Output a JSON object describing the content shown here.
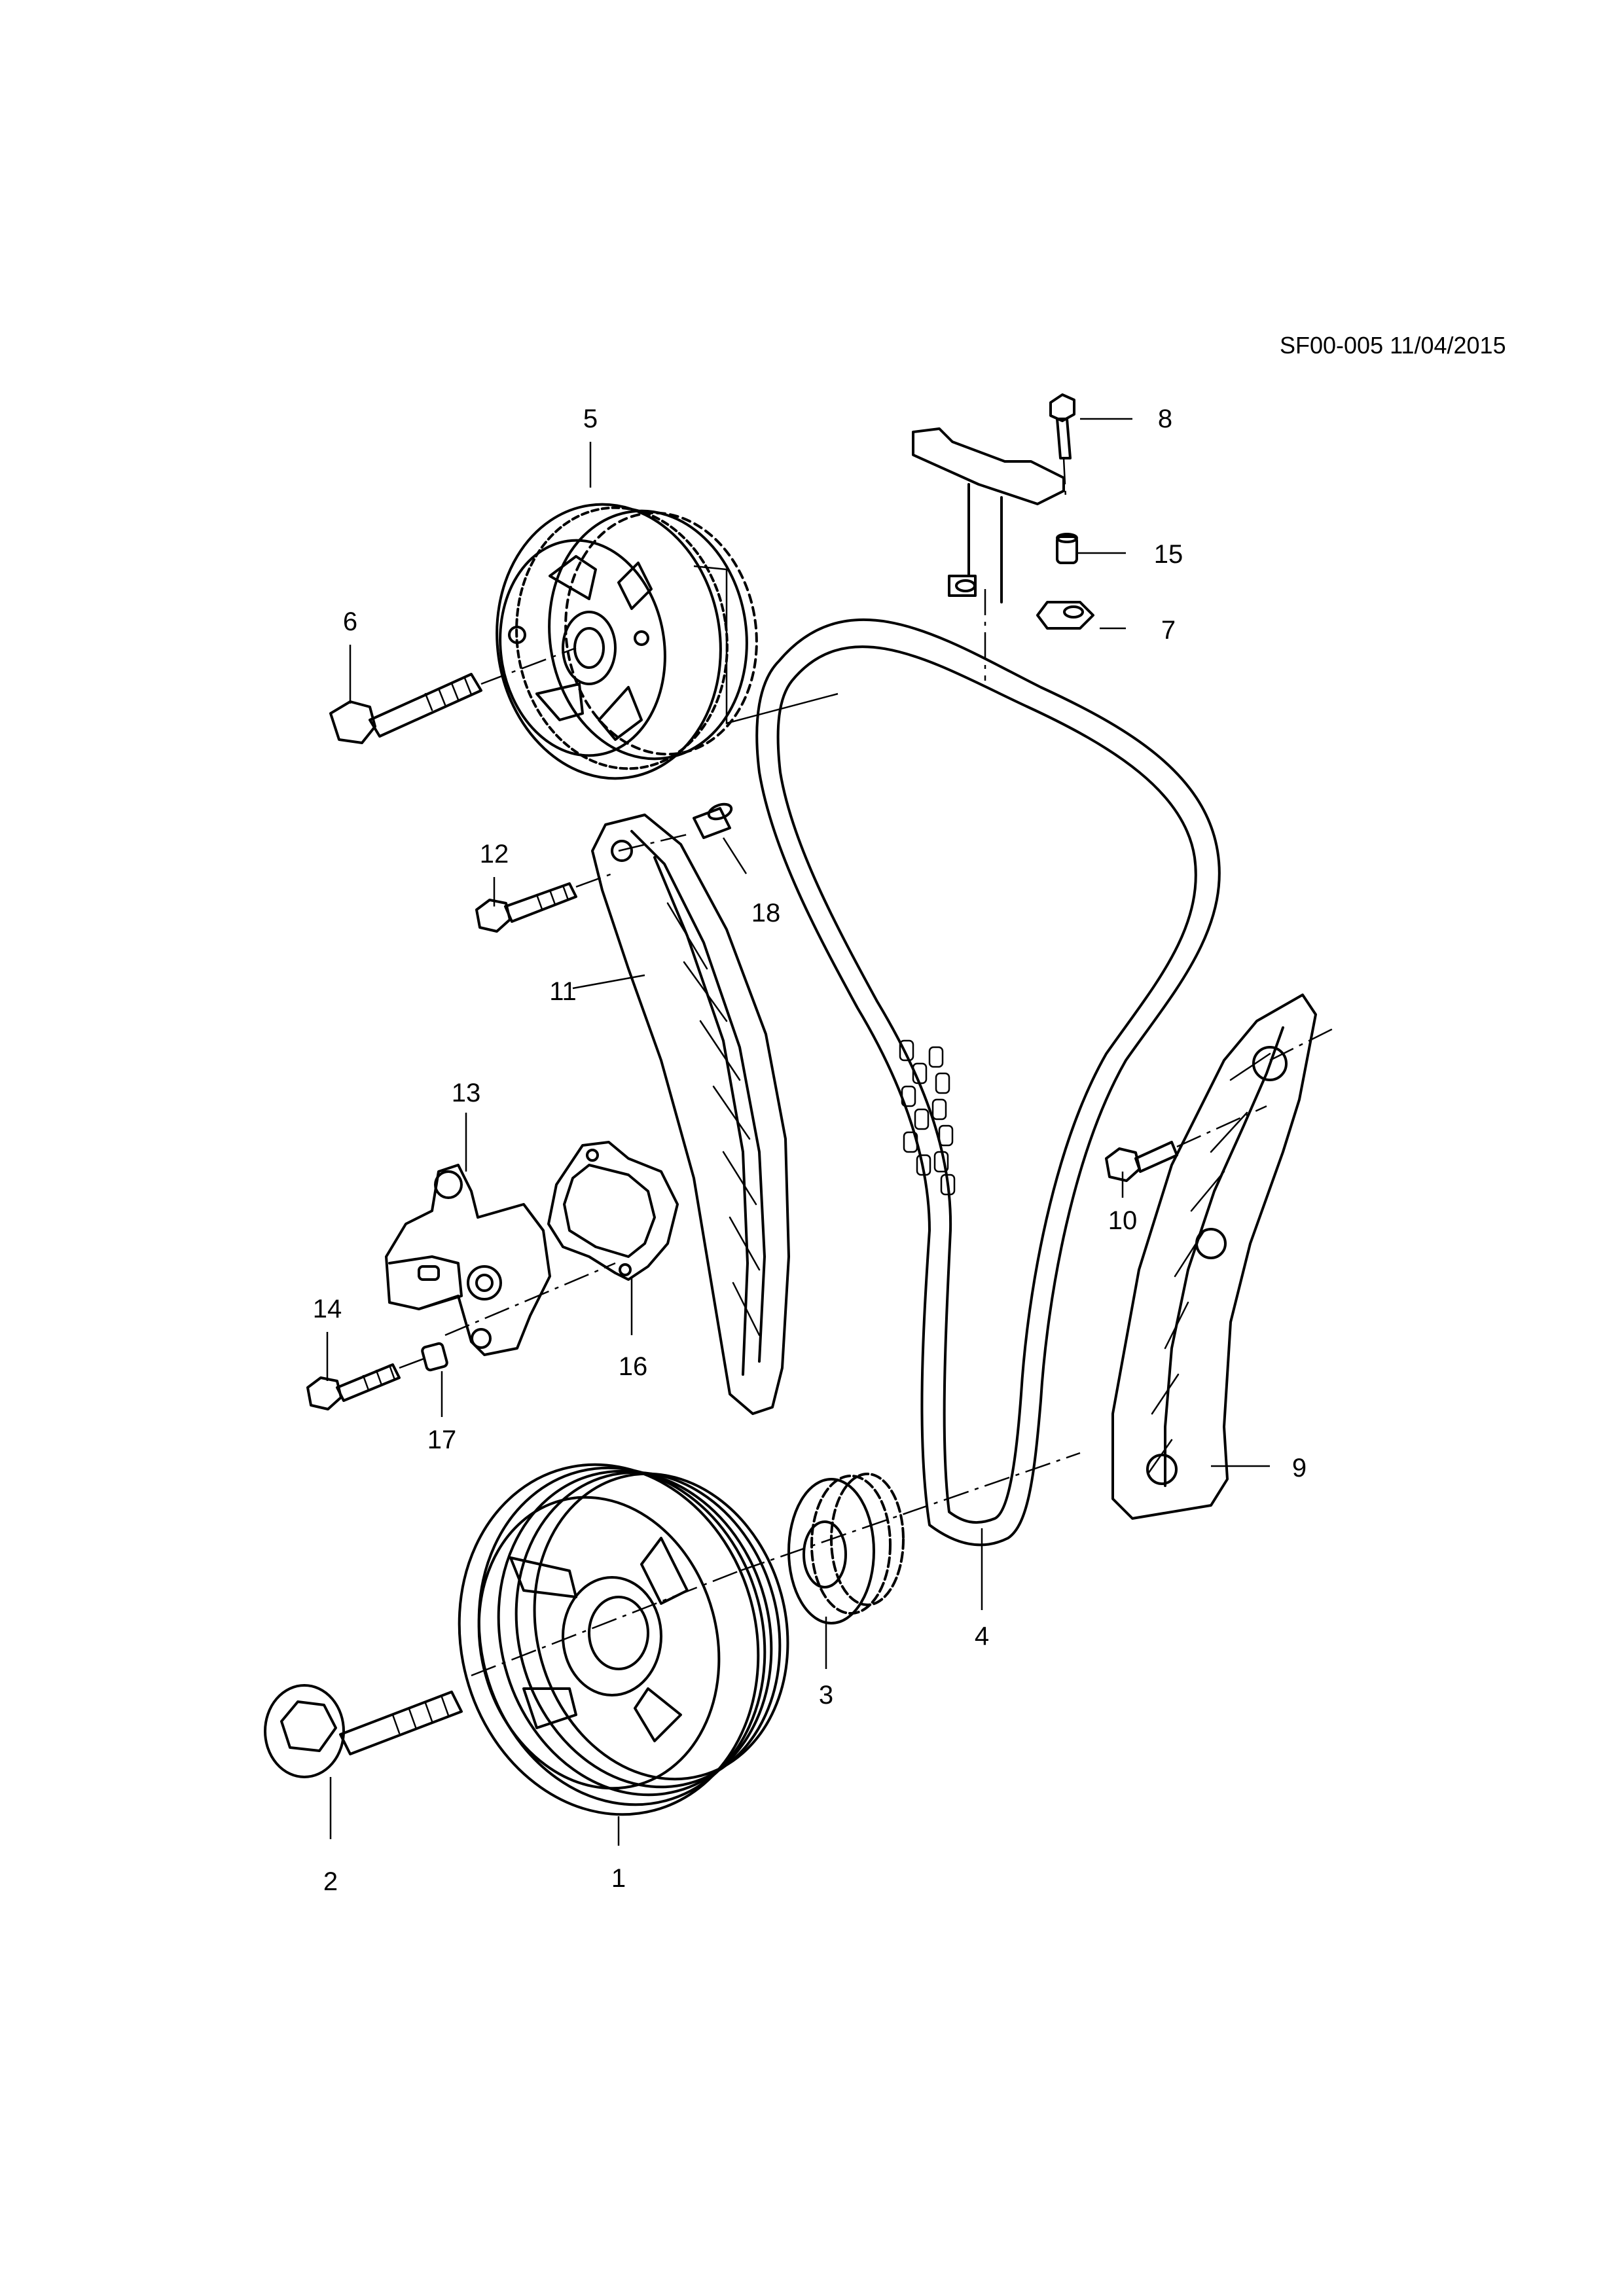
{
  "header": {
    "code": "SF00-005 11/04/2015"
  },
  "callouts": [
    {
      "id": "1",
      "label": "1"
    },
    {
      "id": "2",
      "label": "2"
    },
    {
      "id": "3",
      "label": "3"
    },
    {
      "id": "4",
      "label": "4"
    },
    {
      "id": "5",
      "label": "5"
    },
    {
      "id": "6",
      "label": "6"
    },
    {
      "id": "7",
      "label": "7"
    },
    {
      "id": "8",
      "label": "8"
    },
    {
      "id": "9",
      "label": "9"
    },
    {
      "id": "10",
      "label": "10"
    },
    {
      "id": "11",
      "label": "11"
    },
    {
      "id": "12",
      "label": "12"
    },
    {
      "id": "13",
      "label": "13"
    },
    {
      "id": "14",
      "label": "14"
    },
    {
      "id": "15",
      "label": "15"
    },
    {
      "id": "16",
      "label": "16"
    },
    {
      "id": "17",
      "label": "17"
    },
    {
      "id": "18",
      "label": "18"
    }
  ],
  "parts": [
    {
      "id": "1",
      "icon": "crankshaft-pulley-icon"
    },
    {
      "id": "2",
      "icon": "pulley-bolt-icon"
    },
    {
      "id": "3",
      "icon": "crankshaft-sprocket-icon"
    },
    {
      "id": "4",
      "icon": "timing-chain-icon"
    },
    {
      "id": "5",
      "icon": "camshaft-adjuster-icon"
    },
    {
      "id": "6",
      "icon": "adjuster-bolt-icon"
    },
    {
      "id": "7",
      "icon": "bracket-bush-icon"
    },
    {
      "id": "8",
      "icon": "guide-rail-bolt-icon"
    },
    {
      "id": "9",
      "icon": "fixed-guide-rail-icon"
    },
    {
      "id": "10",
      "icon": "guide-rail-bolt-icon"
    },
    {
      "id": "11",
      "icon": "tensioner-rail-icon"
    },
    {
      "id": "12",
      "icon": "tensioner-rail-bolt-icon"
    },
    {
      "id": "13",
      "icon": "chain-tensioner-icon"
    },
    {
      "id": "14",
      "icon": "tensioner-bolt-icon"
    },
    {
      "id": "15",
      "icon": "sleeve-icon"
    },
    {
      "id": "16",
      "icon": "tensioner-gasket-icon"
    },
    {
      "id": "17",
      "icon": "sleeve-icon"
    },
    {
      "id": "18",
      "icon": "sleeve-icon"
    }
  ]
}
